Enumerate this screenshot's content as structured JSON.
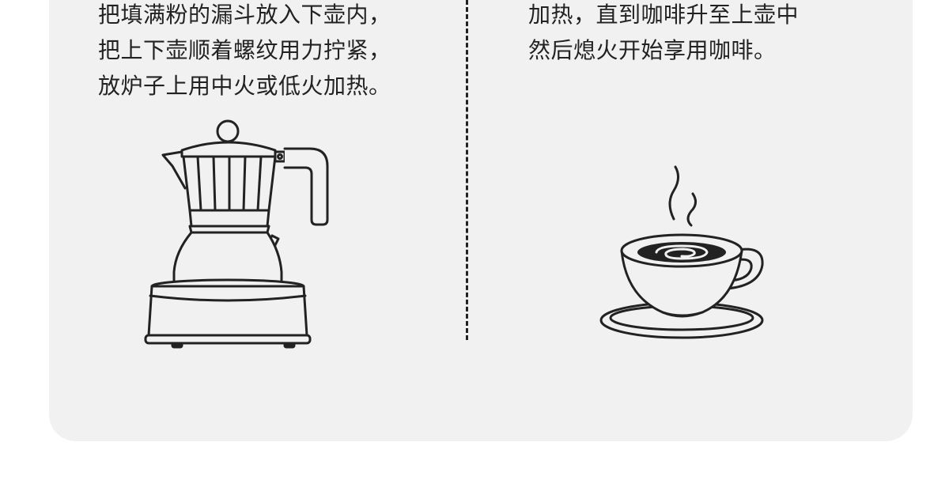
{
  "steps": {
    "left": {
      "lines": [
        "把填满粉的漏斗放入下壶内，",
        "把上下壶顺着螺纹用力拧紧，",
        "放炉子上用中火或低火加热。"
      ],
      "illustration": "moka-pot-on-stove-icon"
    },
    "right": {
      "lines": [
        "加热，直到咖啡升至上壶中",
        "然后熄火开始享用咖啡。"
      ],
      "illustration": "coffee-cup-icon"
    }
  },
  "colors": {
    "card_background": "#f1f1f1",
    "page_background": "#ffffff",
    "ink": "#222222"
  }
}
